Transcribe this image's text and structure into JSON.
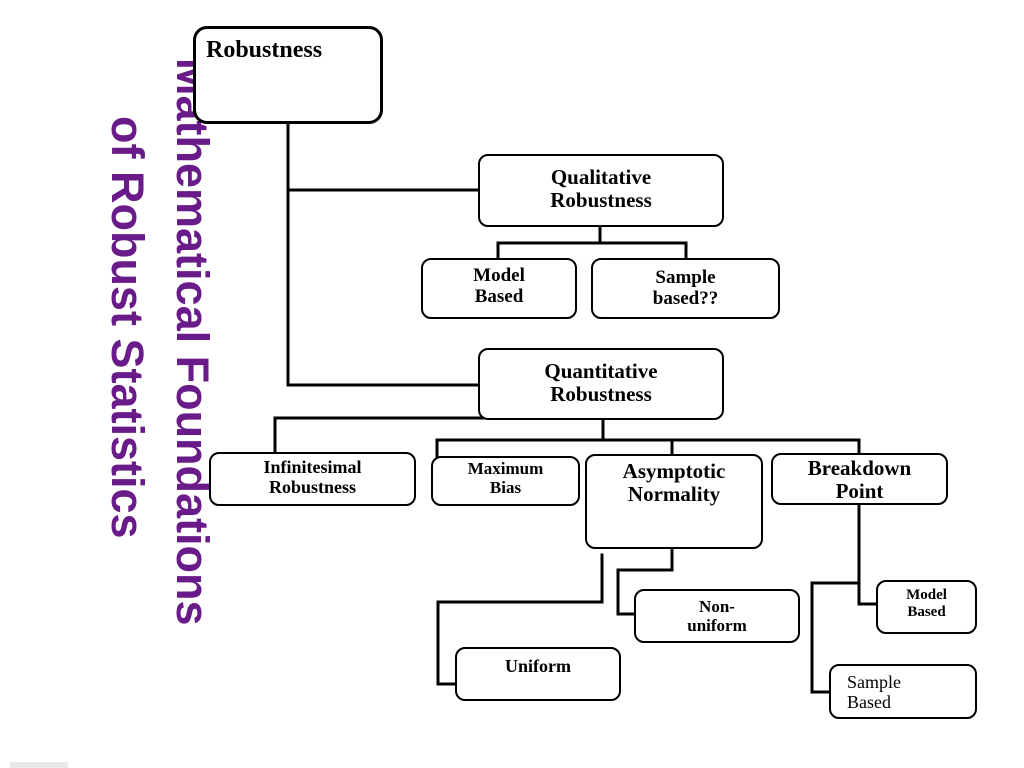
{
  "title": {
    "line1": "Mathematical Foundations",
    "line2": "of Robust Statistics"
  },
  "nodes": {
    "robustness": "Robustness",
    "qualitative": "Qualitative\nRobustness",
    "model_based_top": "Model\nBased",
    "sample_based_top": "Sample\nbased??",
    "quantitative": "Quantitative\nRobustness",
    "infinitesimal": "Infinitesimal\nRobustness",
    "maximum_bias": "Maximum\nBias",
    "asymptotic": "Asymptotic\nNormality",
    "breakdown": "Breakdown\nPoint",
    "non_uniform": "Non-\nuniform",
    "uniform": "Uniform",
    "model_based_bottom": "Model\nBased",
    "sample_based_bottom": "Sample\nBased"
  }
}
